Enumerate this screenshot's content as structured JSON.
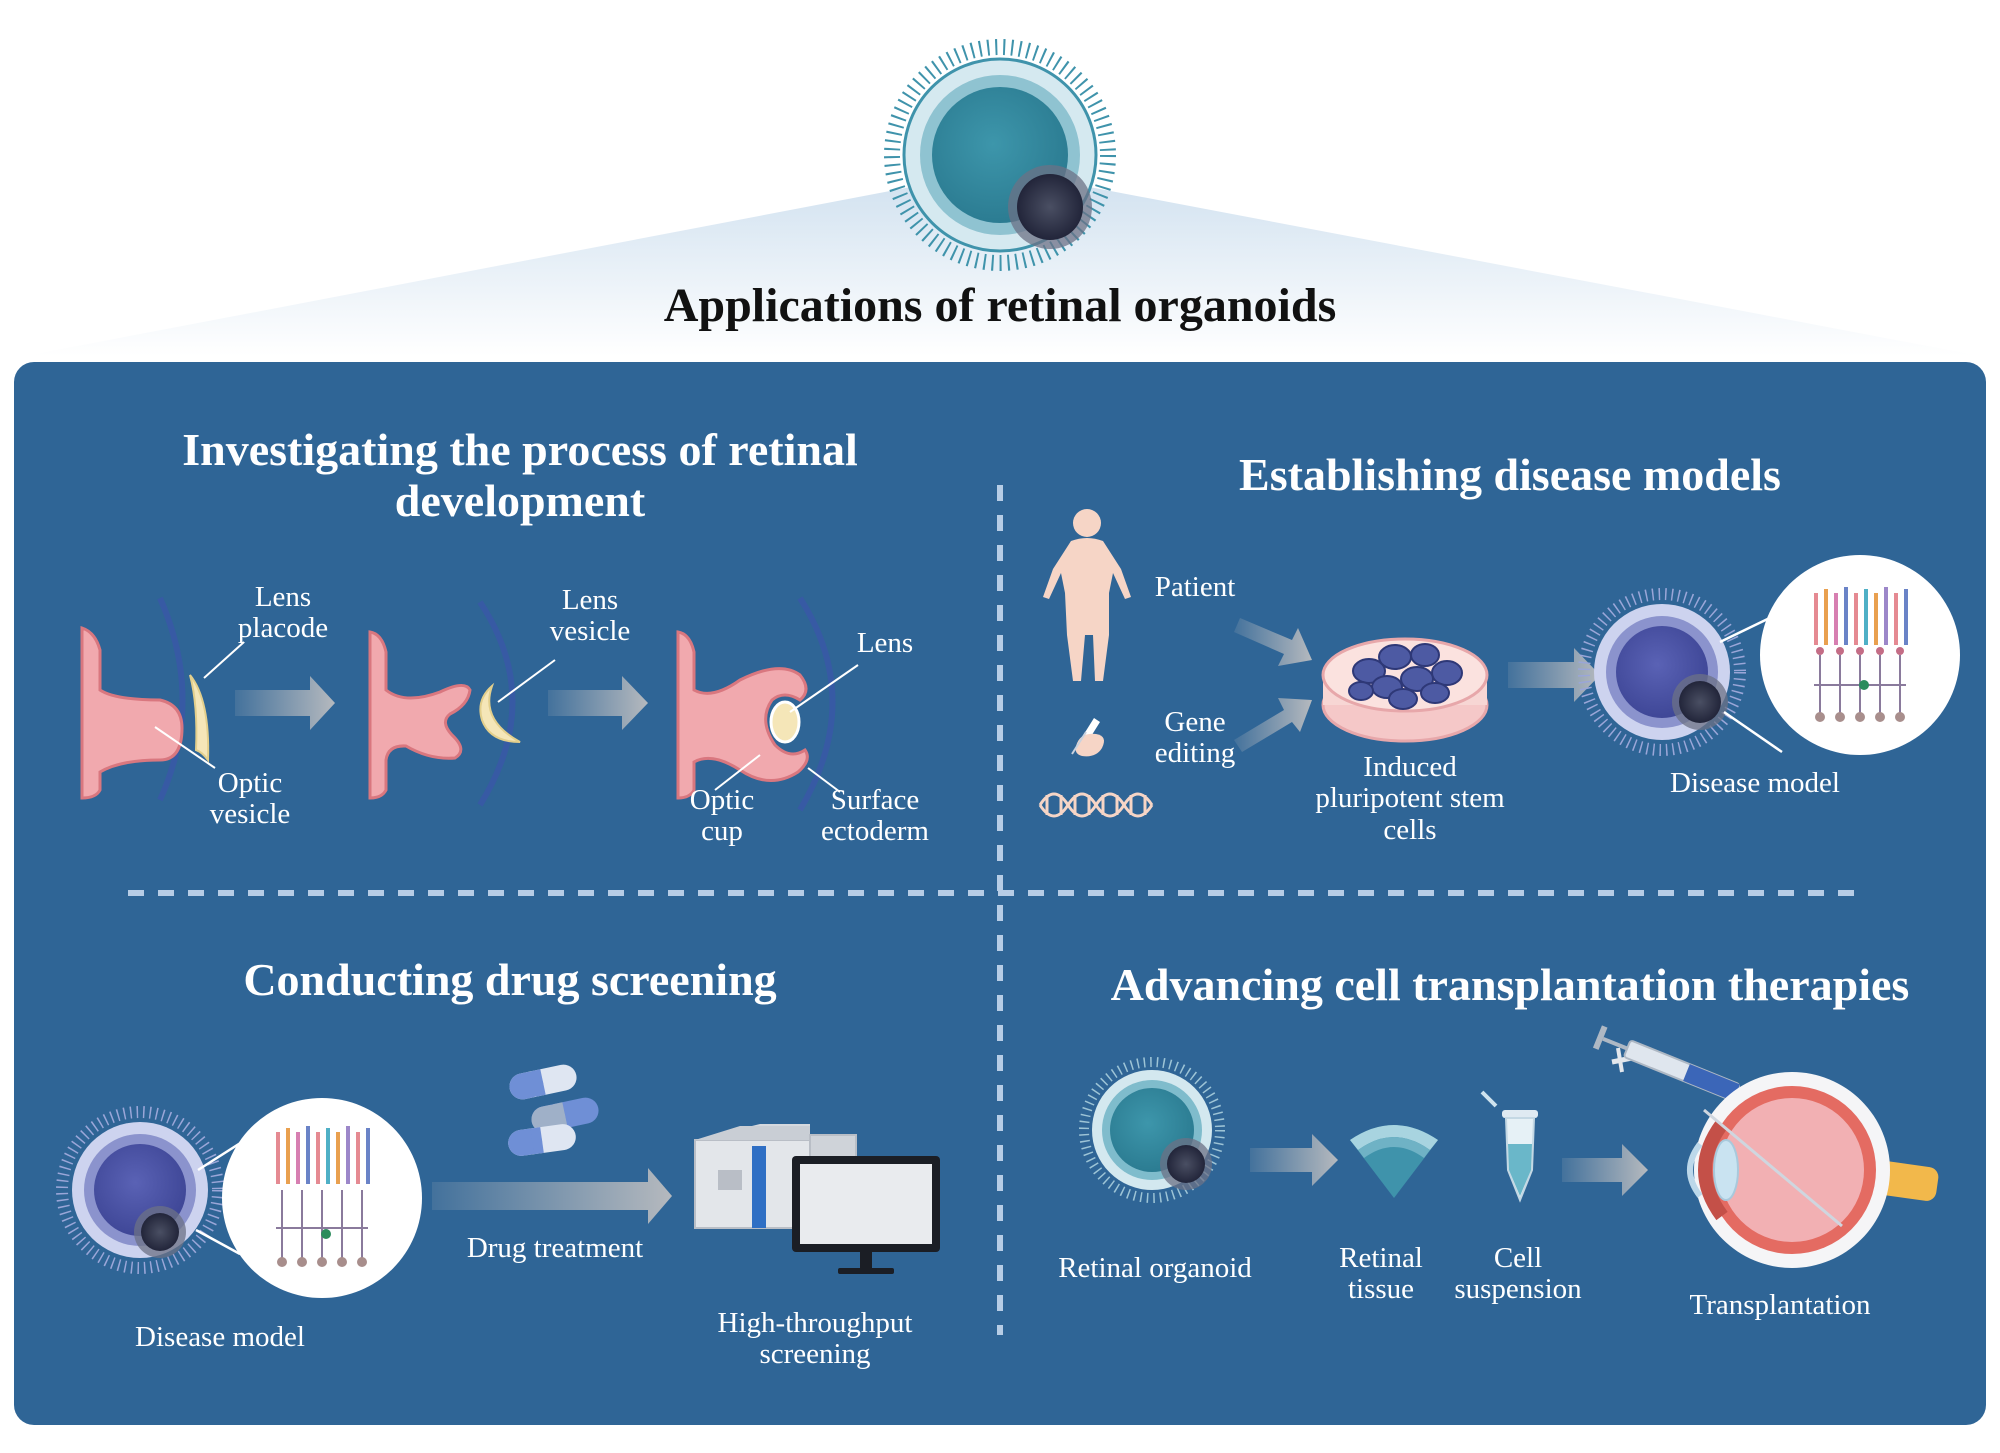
{
  "title": "Applications of retinal organoids",
  "colors": {
    "panel": "#2f6596",
    "divider": "#b7cde6",
    "organoid_teal": "#358ba0",
    "disease_purple": "#4d56a8",
    "tissue_pink": "#f1a9ae",
    "arrow_gray": "#b5b9be"
  },
  "sections": {
    "development": {
      "title": "Investigating the process of retinal development",
      "labels": {
        "lens_placode": "Lens placode",
        "optic_vesicle": "Optic vesicle",
        "lens_vesicle": "Lens vesicle",
        "lens": "Lens",
        "optic_cup": "Optic cup",
        "surface_ectoderm": "Surface ectoderm"
      }
    },
    "disease": {
      "title": "Establishing disease models",
      "labels": {
        "patient": "Patient",
        "gene_editing": "Gene editing",
        "ipsc": "Induced pluripotent stem cells",
        "disease_model": "Disease model"
      }
    },
    "drug": {
      "title": "Conducting drug screening",
      "labels": {
        "disease_model": "Disease model",
        "drug_treatment": "Drug treatment",
        "hts": "High-throughput screening"
      }
    },
    "transplant": {
      "title": "Advancing cell transplantation therapies",
      "labels": {
        "retinal_organoid": "Retinal organoid",
        "retinal_tissue": "Retinal tissue",
        "cell_suspension": "Cell suspension",
        "transplantation": "Transplantation"
      }
    }
  },
  "icons": [
    "retinal-organoid-icon",
    "human-figure-icon",
    "gene-editing-icon",
    "dna-icon",
    "petri-dish-icon",
    "retina-cell-layers-icon",
    "capsule-icon",
    "screening-machine-icon",
    "monitor-icon",
    "tissue-slice-icon",
    "tube-icon",
    "syringe-icon",
    "eye-icon"
  ]
}
